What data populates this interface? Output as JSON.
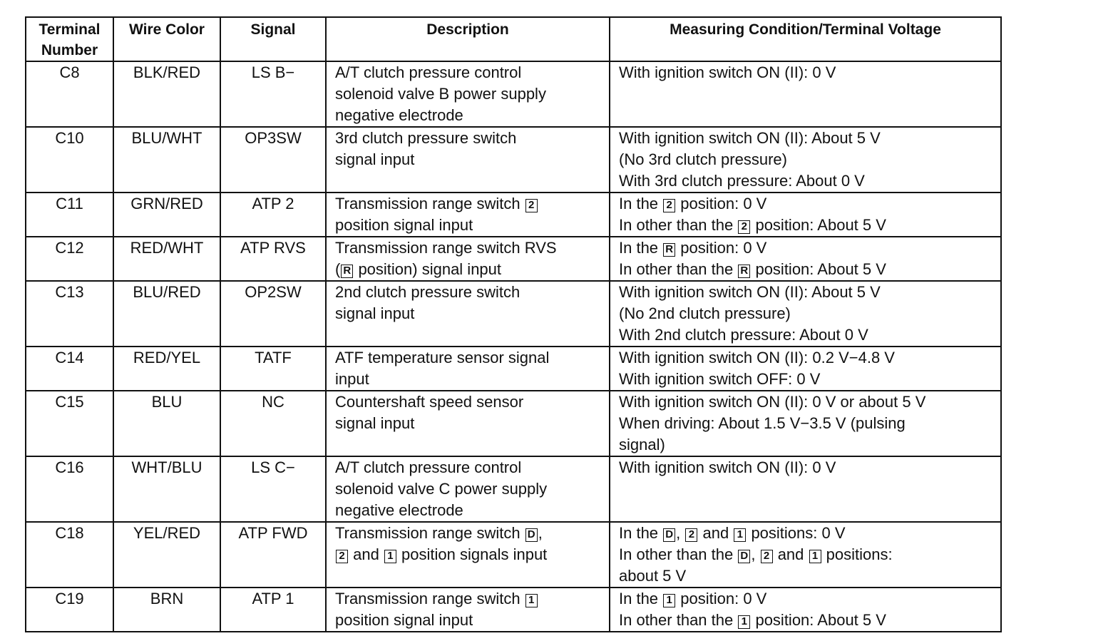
{
  "headers": [
    "Terminal Number",
    "Wire Color",
    "Signal",
    "Description",
    "Measuring Condition/Terminal Voltage"
  ],
  "rows": [
    {
      "terminal": "C8",
      "wire": "BLK/RED",
      "signal": "LS B−",
      "description": [
        "A/T clutch pressure control",
        "solenoid valve B power supply",
        "negative electrode"
      ],
      "measuring": [
        "With ignition switch ON (II): 0 V"
      ]
    },
    {
      "terminal": "C10",
      "wire": "BLU/WHT",
      "signal": "OP3SW",
      "description": [
        "3rd clutch pressure switch",
        "signal input"
      ],
      "measuring": [
        "With ignition switch ON (II): About 5 V",
        "(No 3rd clutch pressure)",
        "With 3rd clutch pressure: About 0 V"
      ]
    },
    {
      "terminal": "C11",
      "wire": "GRN/RED",
      "signal": "ATP 2",
      "description": [
        "Transmission range switch [2]",
        "position signal input"
      ],
      "measuring": [
        "In the [2] position: 0 V",
        "In other than the [2] position: About 5 V"
      ]
    },
    {
      "terminal": "C12",
      "wire": "RED/WHT",
      "signal": "ATP RVS",
      "description": [
        "Transmission range switch RVS",
        "([R] position) signal input"
      ],
      "measuring": [
        "In the [R] position: 0 V",
        "In other than the [R] position: About 5 V"
      ]
    },
    {
      "terminal": "C13",
      "wire": "BLU/RED",
      "signal": "OP2SW",
      "description": [
        "2nd clutch pressure switch",
        "signal input"
      ],
      "measuring": [
        "With ignition switch ON (II): About 5 V",
        "(No 2nd clutch pressure)",
        "With 2nd clutch pressure: About 0 V"
      ]
    },
    {
      "terminal": "C14",
      "wire": "RED/YEL",
      "signal": "TATF",
      "description": [
        "ATF temperature sensor signal",
        "input"
      ],
      "measuring": [
        "With ignition switch ON (II): 0.2 V−4.8 V",
        "With ignition switch OFF: 0 V"
      ]
    },
    {
      "terminal": "C15",
      "wire": "BLU",
      "signal": "NC",
      "description": [
        "Countershaft speed sensor",
        "signal input"
      ],
      "measuring": [
        "With ignition switch ON (II): 0 V or about 5 V",
        "When driving: About 1.5 V−3.5 V (pulsing",
        "signal)"
      ]
    },
    {
      "terminal": "C16",
      "wire": "WHT/BLU",
      "signal": "LS C−",
      "description": [
        "A/T clutch pressure control",
        "solenoid valve C power supply",
        "negative electrode"
      ],
      "measuring": [
        "With ignition switch ON (II): 0 V"
      ]
    },
    {
      "terminal": "C18",
      "wire": "YEL/RED",
      "signal": "ATP FWD",
      "description": [
        "Transmission range switch [D],",
        "[2] and [1] position signals input"
      ],
      "measuring": [
        "In the [D], [2] and [1] positions: 0 V",
        "In other than the [D], [2] and [1] positions:",
        "about 5 V"
      ]
    },
    {
      "terminal": "C19",
      "wire": "BRN",
      "signal": "ATP 1",
      "description": [
        "Transmission range switch [1]",
        "position signal input"
      ],
      "measuring": [
        "In the [1] position: 0 V",
        "In other than the [1] position: About 5 V"
      ]
    }
  ]
}
